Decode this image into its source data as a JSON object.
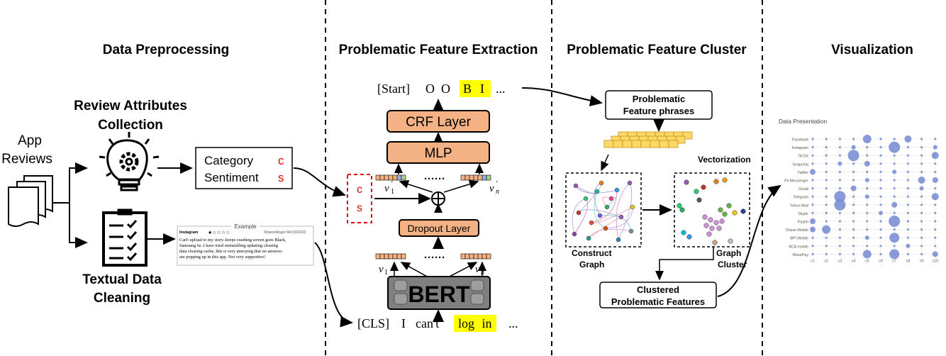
{
  "sections": {
    "preprocessing": "Data Preprocessing",
    "extraction": "Problematic Feature Extraction",
    "cluster": "Problematic Feature Cluster",
    "visualization": "Visualization"
  },
  "preprocessing": {
    "app_reviews": [
      "App",
      "Reviews"
    ],
    "review_attributes": [
      "Review Attributes",
      "Collection"
    ],
    "textual_cleaning": [
      "Textual Data",
      "Cleaning"
    ],
    "attr_box": {
      "category": "Category",
      "category_code": "c",
      "sentiment": "Sentiment",
      "sentiment_code": "s"
    },
    "example": {
      "title": "Example",
      "app": "Instagram",
      "user": "Sharonlinger",
      "date": "04/19/2020",
      "lines": [
        "Can't upload to my story..keeps crashing screen goes Black,",
        "Samsung 6s..I have tried uninstalling updating clearing",
        "data clearing cache, this is very annoying that no answers",
        "are popping up in this app. Not very supportive!"
      ]
    }
  },
  "extraction": {
    "output_tokens": [
      "[Start]",
      "O",
      "O",
      "B",
      "I",
      "..."
    ],
    "crf": "CRF Layer",
    "mlp": "MLP",
    "dropout": "Dropout Layer",
    "bert": "BERT",
    "input_tokens": [
      "[CLS]",
      "I",
      "can't",
      "log in",
      "..."
    ],
    "dots": "······",
    "v1": "v",
    "vn": "v",
    "cs": [
      "c",
      "s"
    ]
  },
  "cluster": {
    "phrases": [
      "Problematic",
      "Feature phrases"
    ],
    "vectorization": "Vectorization",
    "construct": [
      "Construct",
      "Graph"
    ],
    "graph_cluster": [
      "Graph",
      "Cluster"
    ],
    "clustered": [
      "Clustered",
      "Problematic Features"
    ]
  },
  "visualization": {
    "title": "Data Presentation",
    "rows": [
      "Facebook",
      "Instagram",
      "TikTok",
      "Snapchat",
      "Twitter",
      "Fb Messenger",
      "Gmail",
      "Telegram",
      "Yahoo Mail",
      "Skype",
      "Paytm",
      "Chase Mobile",
      "BPI Mobile",
      "BCA mobile",
      "WavePay"
    ],
    "cols": [
      "c1",
      "c2",
      "c3",
      "c4",
      "c5",
      "c6",
      "c7",
      "c8",
      "c9",
      "c10"
    ],
    "bubble_color": "#7b8fd4"
  },
  "colors": {
    "layer_fill": "#f4b183",
    "highlight": "#ffff00",
    "red": "#e00000",
    "vector_fill": "#ffd966"
  }
}
